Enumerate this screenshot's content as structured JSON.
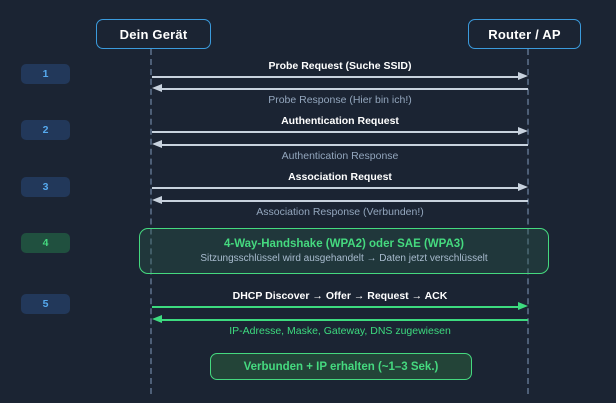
{
  "diagram": {
    "background_color": "#1b2433",
    "accent_blue": "#3b9bdd",
    "accent_green": "#45d97f",
    "nodes": [
      {
        "id": "device",
        "label": "Dein Gerät"
      },
      {
        "id": "router",
        "label": "Router / AP"
      }
    ],
    "steps": [
      {
        "number": "1",
        "highlight": false
      },
      {
        "number": "2",
        "highlight": false
      },
      {
        "number": "3",
        "highlight": false
      },
      {
        "number": "4",
        "highlight": true
      },
      {
        "number": "5",
        "highlight": false
      }
    ],
    "messages": [
      {
        "id": "m1",
        "label": "Probe Request (Suche SSID)",
        "direction": "right",
        "style": "request"
      },
      {
        "id": "m2",
        "label": "Probe Response (Hier bin ich!)",
        "direction": "left",
        "style": "response"
      },
      {
        "id": "m3",
        "label": "Authentication Request",
        "direction": "right",
        "style": "request"
      },
      {
        "id": "m4",
        "label": "Authentication Response",
        "direction": "left",
        "style": "response"
      },
      {
        "id": "m5",
        "label": "Association Request",
        "direction": "right",
        "style": "request"
      },
      {
        "id": "m6",
        "label": "Association Response (Verbunden!)",
        "direction": "left",
        "style": "response"
      },
      {
        "id": "m7",
        "label": "DHCP Discover → Offer → Request → ACK",
        "direction": "right",
        "style": "request-green"
      },
      {
        "id": "m8",
        "label": "IP-Adresse, Maske, Gateway, DNS zugewiesen",
        "direction": "left",
        "style": "response-green"
      }
    ],
    "handshake_panel": {
      "title": "4-Way-Handshake (WPA2) oder SAE (WPA3)",
      "subtitle": "Sitzungsschlüssel wird ausgehandelt → Daten jetzt verschlüsselt"
    },
    "result": {
      "label": "Verbunden + IP erhalten (~1–3 Sek.)"
    }
  }
}
